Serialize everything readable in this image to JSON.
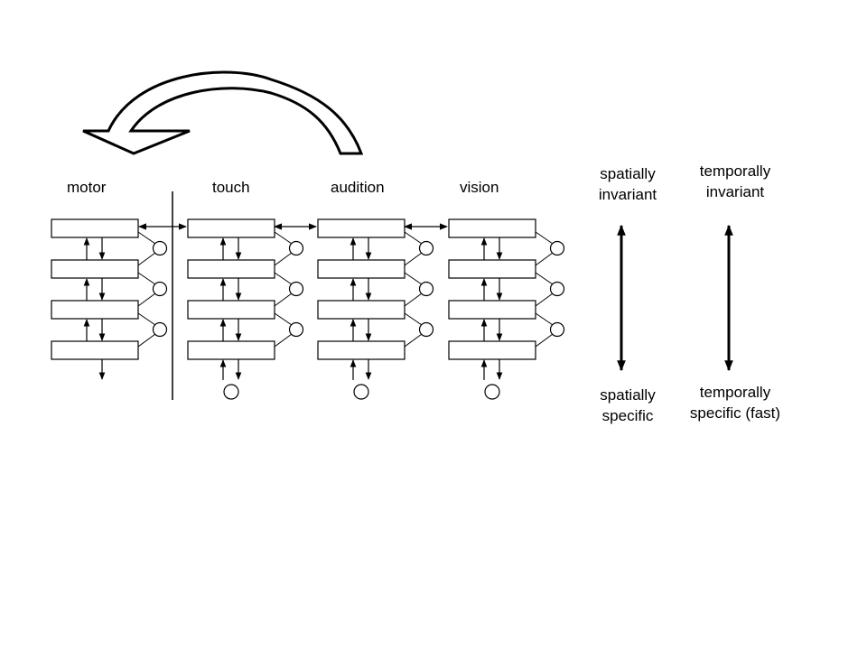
{
  "columns": [
    {
      "id": "motor",
      "label": "motor"
    },
    {
      "id": "touch",
      "label": "touch"
    },
    {
      "id": "audition",
      "label": "audition"
    },
    {
      "id": "vision",
      "label": "vision"
    }
  ],
  "spatial_axis": {
    "top": [
      "spatially",
      "invariant"
    ],
    "bottom": [
      "spatially",
      "specific"
    ]
  },
  "temporal_axis": {
    "top": [
      "temporally",
      "invariant"
    ],
    "bottom": [
      "temporally",
      "specific (fast)"
    ]
  },
  "colors": {
    "stroke": "#000000",
    "background": "#ffffff"
  }
}
